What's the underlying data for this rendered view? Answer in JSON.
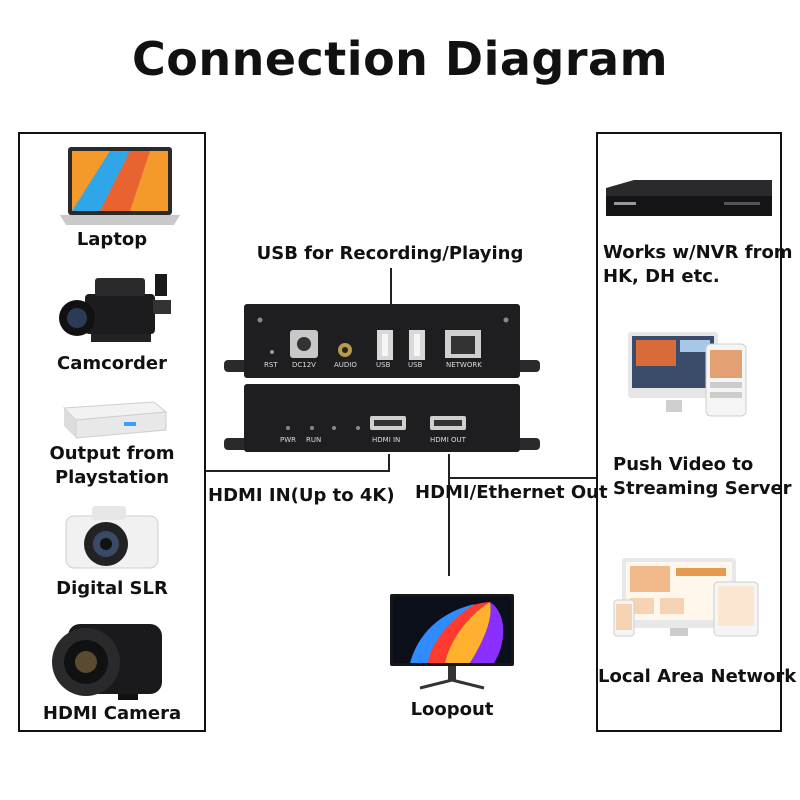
{
  "title": "Connection Diagram",
  "left_devices": [
    {
      "label": "Laptop",
      "icon": "laptop-icon"
    },
    {
      "label": "Camcorder",
      "icon": "camcorder-icon"
    },
    {
      "label_lines": [
        "Output from",
        "Playstation"
      ],
      "icon": "console-icon"
    },
    {
      "label": "Digital SLR",
      "icon": "camera-icon"
    },
    {
      "label": "HDMI Camera",
      "icon": "hdmi-camera-icon"
    }
  ],
  "right_devices": [
    {
      "label_lines": [
        "Works w/NVR from",
        "HK, DH etc."
      ],
      "icon": "nvr-icon"
    },
    {
      "label_lines": [
        "Push Video to",
        "Streaming Server"
      ],
      "icon": "streaming-icon"
    },
    {
      "label": "Local Area Network",
      "icon": "lan-icon"
    }
  ],
  "center": {
    "usb_caption": "USB for Recording/Playing",
    "hdmi_in_caption": "HDMI IN(Up to 4K)",
    "out_caption": "HDMI/Ethernet Out",
    "loopout_caption": "Loopout",
    "top_ports": [
      "RST",
      "DC12V",
      "AUDIO",
      "USB",
      "USB",
      "NETWORK"
    ],
    "bottom_ports": [
      "PWR",
      "RUN",
      "HDMI IN",
      "HDMI OUT"
    ]
  },
  "colors": {
    "device_body": "#1e1e20",
    "accent_blue": "#3aa0ff",
    "screen_orange": "#f39a2b"
  }
}
